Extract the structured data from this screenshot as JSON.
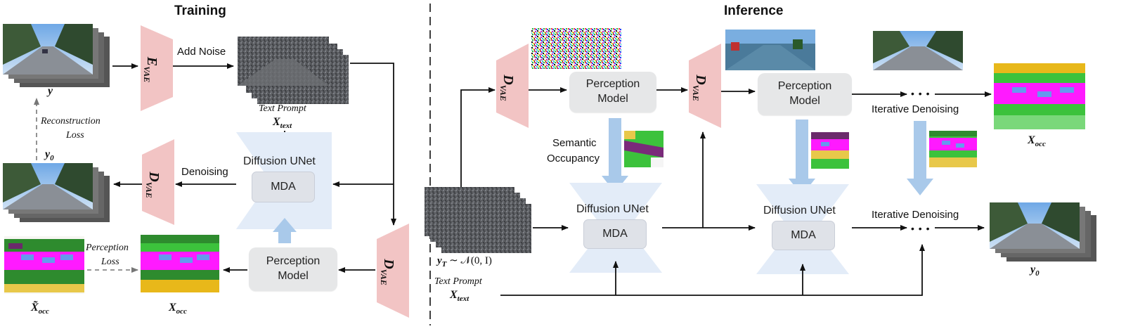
{
  "training": {
    "title": "Training",
    "encoder_label": "E",
    "encoder_sub": "VAE",
    "add_noise": "Add Noise",
    "y_label": "y",
    "reconstruction_loss_line1": "Reconstruction",
    "reconstruction_loss_line2": "Loss",
    "y0_label": "y",
    "y0_sub": "0",
    "decoder_label": "D",
    "decoder_sub": "VAE",
    "denoising": "Denoising",
    "text_prompt": "Text Prompt",
    "x_text": "X",
    "x_text_sub": "text",
    "diffusion_unet": "Diffusion UNet",
    "mda": "MDA",
    "perception_model_line1": "Perception",
    "perception_model_line2": "Model",
    "perception_loss_line1": "Perception",
    "perception_loss_line2": "Loss",
    "x_occ_tilde": "X̃",
    "x_occ_tilde_sub": "occ",
    "x_occ": "X",
    "x_occ_sub": "occ",
    "decoder2_label": "D",
    "decoder2_sub": "VAE"
  },
  "inference": {
    "title": "Inference",
    "decoder_label": "D",
    "decoder_sub": "VAE",
    "perception_model_line1": "Perception",
    "perception_model_line2": "Model",
    "semantic_occupancy_line1": "Semantic",
    "semantic_occupancy_line2": "Occupancy",
    "diffusion_unet": "Diffusion UNet",
    "mda": "MDA",
    "iterative_denoising": "Iterative Denoising",
    "x_occ": "X",
    "x_occ_sub": "occ",
    "y_t": "y",
    "y_t_sub": "T",
    "y_t_rest": " ∼ 𝒩(0, I)",
    "text_prompt": "Text Prompt",
    "x_text": "X",
    "x_text_sub": "text",
    "y0_label": "y",
    "y0_sub": "0",
    "ellipsis": "• • •"
  },
  "colors": {
    "vae_fill": "#f2c4c4",
    "unet_fill": "#e3ecf8",
    "arrow_blue": "#a9c9ea",
    "box_fill": "#e6e7e8",
    "road_gray": "#8a8f96"
  }
}
